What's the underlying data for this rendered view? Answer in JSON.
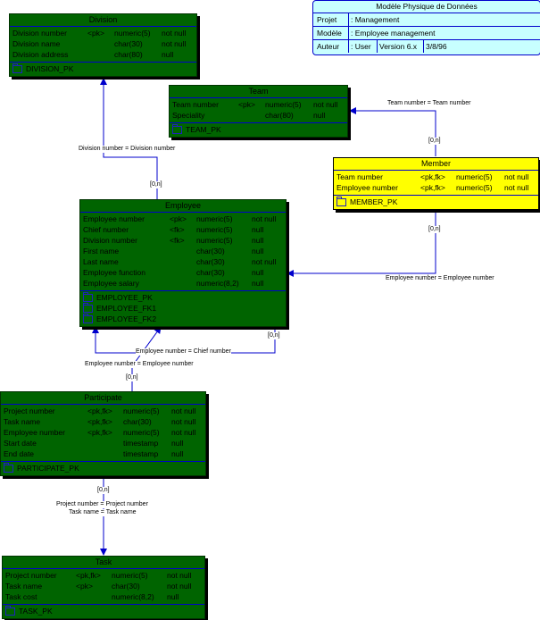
{
  "info": {
    "title": "Modèle Physique de Données",
    "project_label": "Projet",
    "project_value": ": Management",
    "model_label": "Modèle",
    "model_value": ": Employee management",
    "author_label": "Auteur",
    "author_value": ": User",
    "version": "Version 6.x",
    "date": "3/8/96"
  },
  "division": {
    "title": "Division",
    "rows": [
      [
        "Division number",
        "<pk>",
        "numeric(5)",
        "not null"
      ],
      [
        "Division name",
        "",
        "char(30)",
        "not null"
      ],
      [
        "Division address",
        "",
        "char(80)",
        "null"
      ]
    ],
    "keys": [
      "DIVISION_PK"
    ]
  },
  "team": {
    "title": "Team",
    "rows": [
      [
        "Team number",
        "<pk>",
        "numeric(5)",
        "not null"
      ],
      [
        "Speciality",
        "",
        "char(80)",
        "null"
      ]
    ],
    "keys": [
      "TEAM_PK"
    ]
  },
  "member": {
    "title": "Member",
    "rows": [
      [
        "Team number",
        "<pk,fk>",
        "numeric(5)",
        "not null"
      ],
      [
        "Employee number",
        "<pk,fk>",
        "numeric(5)",
        "not null"
      ]
    ],
    "keys": [
      "MEMBER_PK"
    ]
  },
  "employee": {
    "title": "Employee",
    "rows": [
      [
        "Employee number",
        "<pk>",
        "numeric(5)",
        "not null"
      ],
      [
        "Chief number",
        "<fk>",
        "numeric(5)",
        "null"
      ],
      [
        "Division number",
        "<fk>",
        "numeric(5)",
        "null"
      ],
      [
        "First name",
        "",
        "char(30)",
        "null"
      ],
      [
        "Last name",
        "",
        "char(30)",
        "not null"
      ],
      [
        "Employee function",
        "",
        "char(30)",
        "null"
      ],
      [
        "Employee salary",
        "",
        "numeric(8,2)",
        "null"
      ]
    ],
    "keys": [
      "EMPLOYEE_PK",
      "EMPLOYEE_FK1",
      "EMPLOYEE_FK2"
    ]
  },
  "participate": {
    "title": "Participate",
    "rows": [
      [
        "Project number",
        "<pk,fk>",
        "numeric(5)",
        "not null"
      ],
      [
        "Task name",
        "<pk,fk>",
        "char(30)",
        "not null"
      ],
      [
        "Employee number",
        "<pk,fk>",
        "numeric(5)",
        "not null"
      ],
      [
        "Start date",
        "",
        "timestamp",
        "null"
      ],
      [
        "End date",
        "",
        "timestamp",
        "null"
      ]
    ],
    "keys": [
      "PARTICIPATE_PK"
    ]
  },
  "task": {
    "title": "Task",
    "rows": [
      [
        "Project number",
        "<pk,fk>",
        "numeric(5)",
        "not null"
      ],
      [
        "Task name",
        "<pk>",
        "char(30)",
        "not null"
      ],
      [
        "Task cost",
        "",
        "numeric(8,2)",
        "null"
      ]
    ],
    "keys": [
      "TASK_PK"
    ]
  },
  "links": {
    "div_emp": "Division number = Division number",
    "div_emp_card": "[0,n]",
    "team_member": "Team number = Team number",
    "team_member_card": "[0,n]",
    "member_emp": "Employee number = Employee number",
    "member_emp_card": "[0,n]",
    "chief": "Employee number = Chief number",
    "chief_card": "[0,n]",
    "emp_part": "Employee number = Employee number",
    "emp_part_card": "[0,n]",
    "task_part_1": "Project number = Project number",
    "task_part_2": "Task name = Task name",
    "task_part_card": "[0,n]"
  },
  "colors": {
    "entity_fill": "#006400",
    "member_fill": "#ffff00",
    "info_fill": "#c8ffff",
    "link": "#0000cc"
  }
}
